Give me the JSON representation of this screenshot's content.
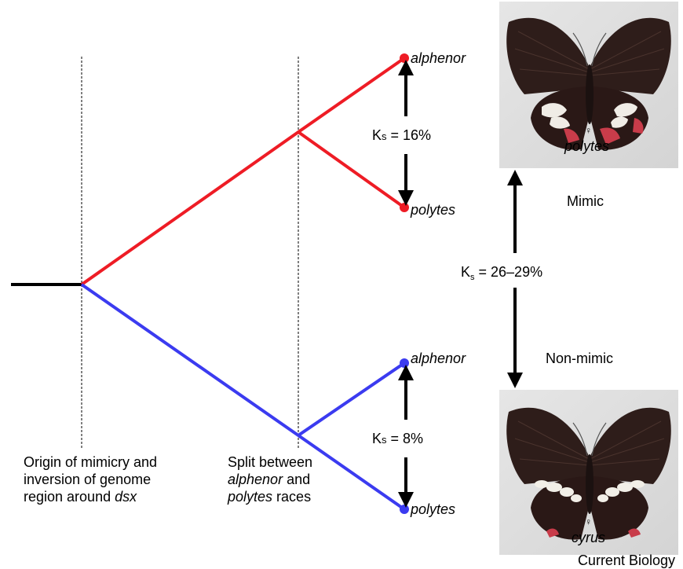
{
  "tips": {
    "mimic_top": "alphenor",
    "mimic_bottom": "polytes",
    "nonmimic_top": "alphenor",
    "nonmimic_bottom": "polytes"
  },
  "ks": {
    "mimic_k": "K",
    "mimic_sub": "s",
    "mimic_value": " = 16%",
    "nonmimic_k": "K",
    "nonmimic_sub": "s",
    "nonmimic_value": " = 8%",
    "between_k": "K",
    "between_sub": "s",
    "between_value": " = 26–29%"
  },
  "labels": {
    "mimic": "Mimic",
    "nonmimic": "Non-mimic"
  },
  "origin_caption": {
    "line1": "Origin of mimicry and",
    "line2": "inversion of genome",
    "line3_a": "region around ",
    "line3_b": "dsx"
  },
  "split_caption": {
    "line1": "Split between",
    "line2_a": "alphenor",
    "line2_b": " and",
    "line3_a": "polytes",
    "line3_b": " races"
  },
  "butterflies": {
    "top_sex": "♀",
    "top_name": "polytes",
    "bottom_sex": "♀",
    "bottom_name": "cyrus"
  },
  "colors": {
    "mimic_branch": "#ee1c25",
    "nonmimic_branch": "#3b3bf0",
    "stem": "#000000"
  },
  "footer": "Current Biology"
}
